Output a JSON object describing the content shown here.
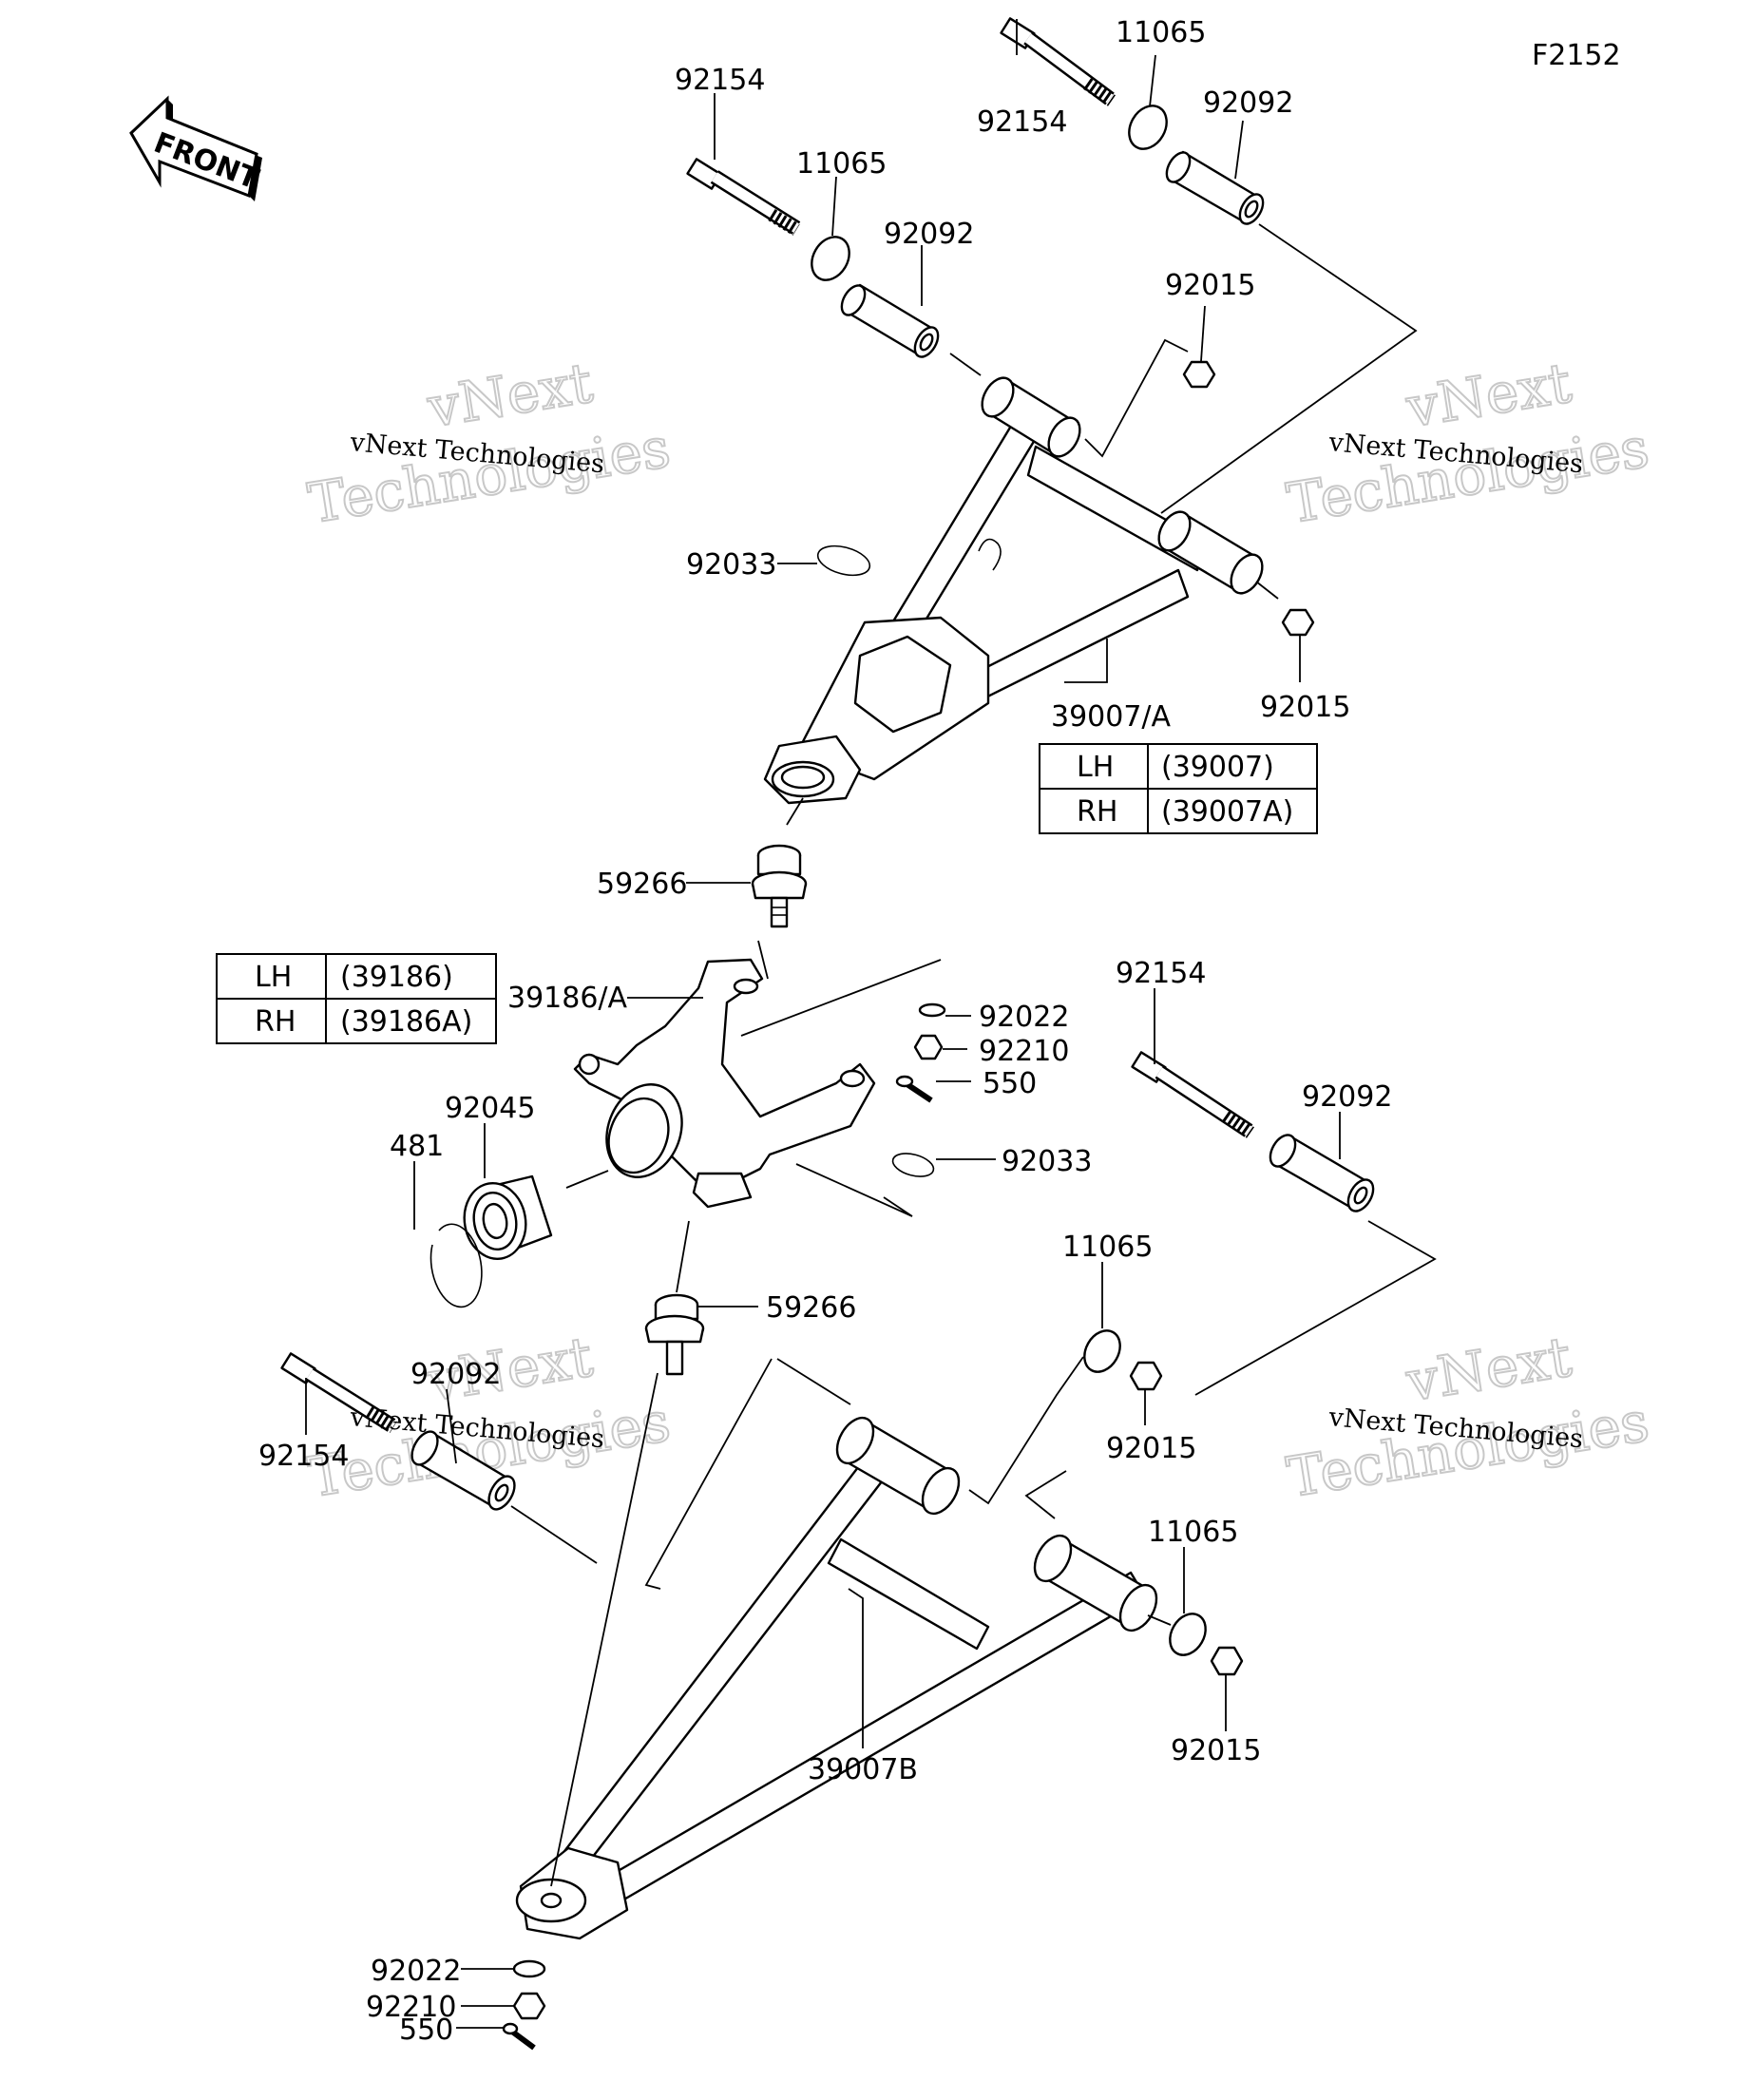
{
  "figure_code": "F2152",
  "front_label": "FRONT",
  "watermark": {
    "line1": "vNext",
    "line2": "Technologies",
    "caption": "vNext Technologies"
  },
  "labels": {
    "upper_bolt_a": "92154",
    "upper_washer_a": "11065",
    "upper_bushing_a": "92092",
    "upper_bolt_b": "92154",
    "upper_washer_b": "11065",
    "upper_bushing_b": "92092",
    "upper_nut_a": "92015",
    "upper_circlip": "92033",
    "upper_arm": "39007/A",
    "upper_nut_b": "92015",
    "upper_balljoint": "59266",
    "knuckle": "39186/A",
    "knuckle_washer": "92022",
    "knuckle_nut": "92210",
    "knuckle_pin": "550",
    "knuckle_circlip": "92033",
    "bearing": "92045",
    "snapring": "481",
    "lower_balljoint": "59266",
    "lower_bolt_r": "92154",
    "lower_bushing_r": "92092",
    "lower_washer_r1": "11065",
    "lower_nut_r1": "92015",
    "lower_washer_r2": "11065",
    "lower_nut_r2": "92015",
    "lower_bushing_l": "92092",
    "lower_bolt_l": "92154",
    "lower_arm": "39007B",
    "lower_washer": "92022",
    "lower_nut": "92210",
    "lower_pin": "550"
  },
  "table_upper": {
    "rows": [
      {
        "side": "LH",
        "part": "(39007)"
      },
      {
        "side": "RH",
        "part": "(39007A)"
      }
    ]
  },
  "table_knuckle": {
    "rows": [
      {
        "side": "LH",
        "part": "(39186)"
      },
      {
        "side": "RH",
        "part": "(39186A)"
      }
    ]
  }
}
